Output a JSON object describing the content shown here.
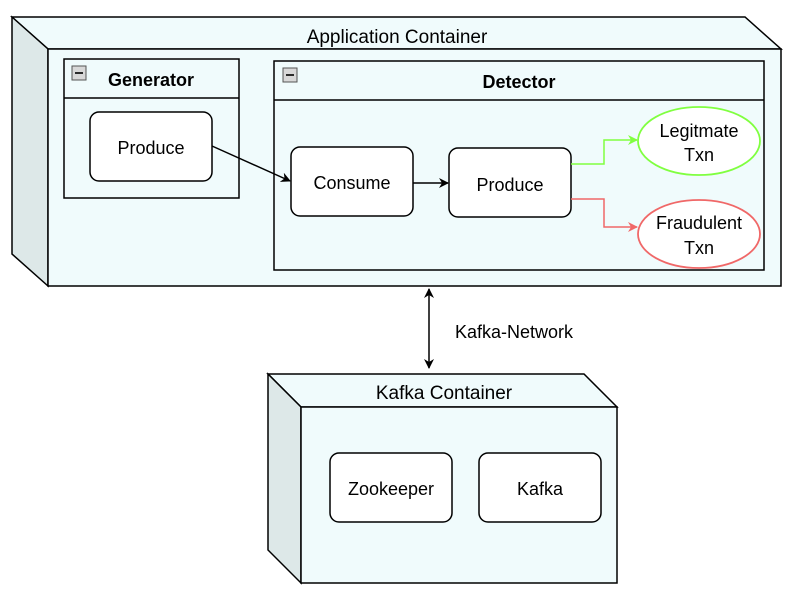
{
  "application_container": {
    "title": "Application Container",
    "generator": {
      "title": "Generator",
      "collapse_symbol": "−",
      "produce_label": "Produce"
    },
    "detector": {
      "title": "Detector",
      "collapse_symbol": "−",
      "consume_label": "Consume",
      "produce_label": "Produce",
      "legit_line1": "Legitmate",
      "legit_line2": "Txn",
      "fraud_line1": "Fraudulent",
      "fraud_line2": "Txn"
    }
  },
  "network": {
    "label": "Kafka-Network"
  },
  "kafka_container": {
    "title": "Kafka Container",
    "zookeeper_label": "Zookeeper",
    "kafka_label": "Kafka"
  },
  "colors": {
    "container_fill": "#f0fbfc",
    "container_side": "#dde8e8",
    "legit_stroke": "#80ff40",
    "fraud_stroke": "#f06868",
    "box_stroke": "#000000"
  }
}
